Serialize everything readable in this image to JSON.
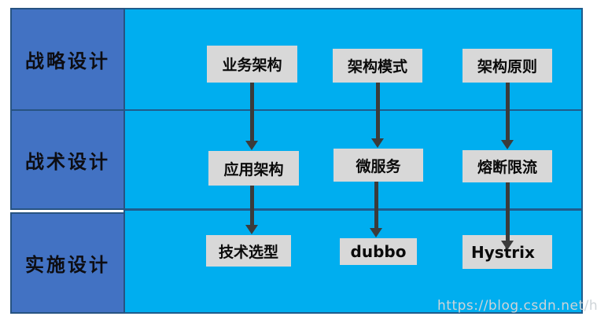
{
  "left_panel": {
    "rows": [
      {
        "label": "战略设计"
      },
      {
        "label": "战术设计"
      },
      {
        "label": "实施设计"
      }
    ]
  },
  "matrix": {
    "boxes": [
      {
        "id": "business-architecture",
        "label": "业务架构"
      },
      {
        "id": "architecture-patterns",
        "label": "架构模式"
      },
      {
        "id": "architecture-principles",
        "label": "架构原则"
      },
      {
        "id": "application-architecture",
        "label": "应用架构"
      },
      {
        "id": "microservices",
        "label": "微服务"
      },
      {
        "id": "circuit-break-rate-limit",
        "label": "熔断限流"
      },
      {
        "id": "technology-selection",
        "label": "技术选型"
      },
      {
        "id": "dubbo",
        "label": "dubbo"
      },
      {
        "id": "hystrix",
        "label": "Hystrix"
      }
    ]
  },
  "watermark": {
    "text": "https://blog.csdn.net/hguisu"
  },
  "colors": {
    "left_column_fill": "#4272C3",
    "main_area_fill": "#00AEEF",
    "grid_border": "#1F5C8C",
    "box_fill": "#D8D8D8",
    "box_text": "#0A0A0A",
    "row_label_text": "#0D0D12",
    "arrow": "#3B3B3B",
    "watermark_text": "#CFD4D8",
    "page_background": "#FFFFFF"
  }
}
